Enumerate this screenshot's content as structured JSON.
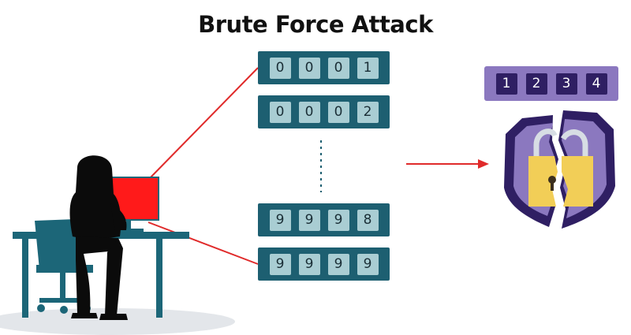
{
  "title": "Brute Force Attack",
  "attempts": {
    "first": [
      {
        "digits": [
          "0",
          "0",
          "0",
          "1"
        ]
      },
      {
        "digits": [
          "0",
          "0",
          "0",
          "2"
        ]
      }
    ],
    "last": [
      {
        "digits": [
          "9",
          "9",
          "9",
          "8"
        ]
      },
      {
        "digits": [
          "9",
          "9",
          "9",
          "9"
        ]
      }
    ]
  },
  "cracked_pin": {
    "digits": [
      "1",
      "2",
      "3",
      "4"
    ]
  },
  "colors": {
    "code_row": "#1d5f71",
    "code_digit": "#a9cdd3",
    "pin_row": "#8b78bf",
    "pin_digit": "#2f1f63",
    "shield": "#2f1f63",
    "padlock": "#f2ce57",
    "screen": "#ff1a1a",
    "arrow": "#e02a2a",
    "desk": "#1c6678"
  },
  "icons": [
    "hacker-figure",
    "computer-monitor",
    "office-chair",
    "desk",
    "broken-shield-icon",
    "padlock-icon",
    "arrow-icon"
  ]
}
